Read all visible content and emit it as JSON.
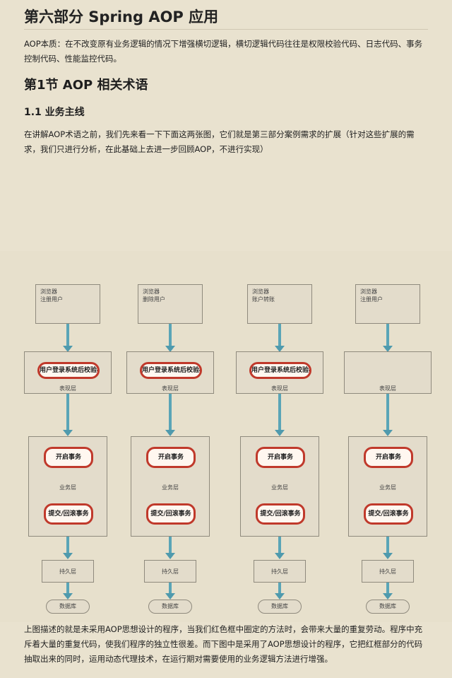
{
  "title": "第六部分 Spring AOP 应用",
  "intro": "AOP本质：在不改变原有业务逻辑的情况下增强横切逻辑，横切逻辑代码往往是权限校验代码、日志代码、事务控制代码、性能监控代码。",
  "section_title": "第1节 AOP 相关术语",
  "subsection_title": "1.1 业务主线",
  "para1": "在讲解AOP术语之前，我们先来看一下下面这两张图，它们就是第三部分案例需求的扩展（针对这些扩展的需求，我们只进行分析，在此基础上去进一步回顾AOP，不进行实现）",
  "para2": "上图描述的就是未采用AOP思想设计的程序，当我们红色框中圈定的方法时，会带来大量的重复劳动。程序中充斥着大量的重复代码，使我们程序的独立性很差。而下图中是采用了AOP思想设计的程序，它把红框部分的代码抽取出来的同时，运用动态代理技术，在运行期对需要使用的业务逻辑方法进行增强。",
  "diagram": {
    "columns": [
      {
        "top_label": "浏览器\n注册用户",
        "check": "用户登录系统后校验权限",
        "mid_caption": "表现层",
        "start": "开启事务",
        "service": "业务层",
        "end": "提交/回滚事务",
        "dao": "持久层",
        "db": "数据库"
      },
      {
        "top_label": "浏览器\n删除用户",
        "check": "用户登录系统后校验权限",
        "mid_caption": "表现层",
        "start": "开启事务",
        "service": "业务层",
        "end": "提交/回滚事务",
        "dao": "持久层",
        "db": "数据库"
      },
      {
        "top_label": "浏览器\n账户转账",
        "check": "用户登录系统后校验权限",
        "mid_caption": "表现层",
        "start": "开启事务",
        "service": "业务层",
        "end": "提交/回滚事务",
        "dao": "持久层",
        "db": "数据库"
      },
      {
        "top_label": "浏览器\n注册用户",
        "check": "",
        "mid_caption": "表现层",
        "start": "开启事务",
        "service": "业务层",
        "end": "提交/回滚事务",
        "dao": "持久层",
        "db": "数据库"
      }
    ]
  }
}
